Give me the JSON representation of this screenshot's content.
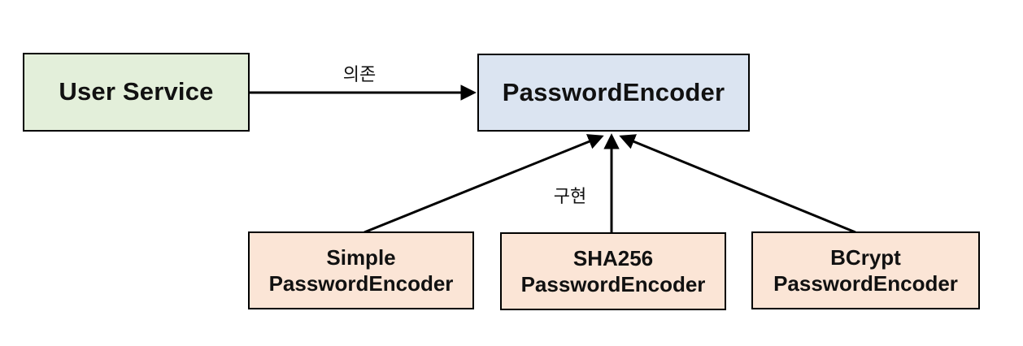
{
  "diagram": {
    "title_hint": "PasswordEncoder dependency and implementation diagram",
    "user_service": {
      "label": "User Service"
    },
    "password_encoder": {
      "label": "PasswordEncoder"
    },
    "implementations": [
      {
        "line1": "Simple",
        "line2": "PasswordEncoder"
      },
      {
        "line1": "SHA256",
        "line2": "PasswordEncoder"
      },
      {
        "line1": "BCrypt",
        "line2": "PasswordEncoder"
      }
    ],
    "edge_labels": {
      "dependency": "의존",
      "implementation": "구현"
    },
    "colors": {
      "user_service_bg": "#e3efda",
      "password_encoder_bg": "#dbe4f1",
      "implementation_bg": "#fbe5d6",
      "border": "#000000",
      "arrow": "#000000",
      "background": "#ffffff"
    }
  }
}
